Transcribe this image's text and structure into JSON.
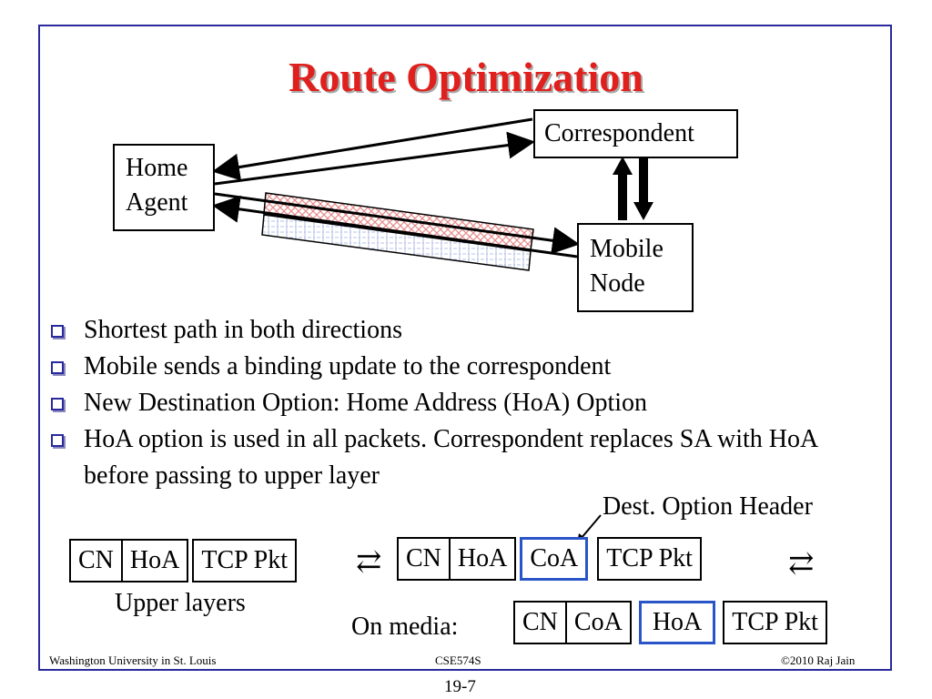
{
  "slide": {
    "title": "Route Optimization",
    "page_number": "19-7"
  },
  "diagram": {
    "home_agent_line1": "Home",
    "home_agent_line2": "Agent",
    "correspondent": "Correspondent",
    "mobile_node_line1": "Mobile",
    "mobile_node_line2": "Node"
  },
  "bullets": [
    "Shortest path in both directions",
    "Mobile sends a binding update to the correspondent",
    "New Destination Option: Home Address (HoA) Option",
    "HoA option is used in all packets. Correspondent replaces SA with HoA before passing to upper layer"
  ],
  "packets": {
    "dest_option_label": "Dest. Option Header",
    "upper_layers_label": "Upper layers",
    "on_media_label": "On media:",
    "upper": [
      "CN",
      "HoA",
      "TCP Pkt"
    ],
    "middle": [
      "CN",
      "HoA",
      "CoA",
      "TCP Pkt"
    ],
    "media": [
      "CN",
      "CoA",
      "HoA",
      "TCP Pkt"
    ]
  },
  "footer": {
    "left": "Washington University in St. Louis",
    "center": "CSE574S",
    "right": "©2010 Raj Jain"
  },
  "colors": {
    "title": "#e0201d",
    "frame": "#2a2a9c",
    "highlight": "#2a55c8",
    "tunnel_hatch": "#e88a8a"
  }
}
